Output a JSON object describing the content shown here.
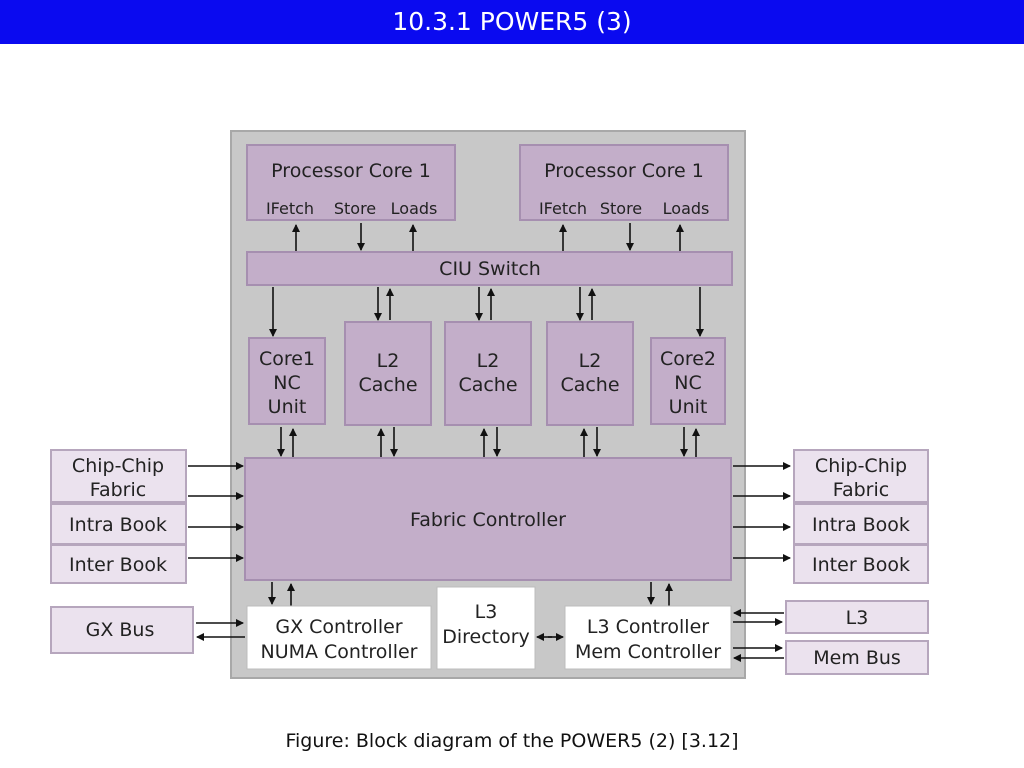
{
  "slide": {
    "title": "10.3.1 POWER5 (3)",
    "caption": "Figure: Block diagram of the POWER5 (2) [3.12]"
  },
  "diagram": {
    "cores": [
      {
        "name": "Processor Core 1",
        "ports": [
          "IFetch",
          "Store",
          "Loads"
        ]
      },
      {
        "name": "Processor Core 1",
        "ports": [
          "IFetch",
          "Store",
          "Loads"
        ]
      }
    ],
    "ciu_switch": "CIU Switch",
    "core1_nc": [
      "Core1",
      "NC",
      "Unit"
    ],
    "core2_nc": [
      "Core2",
      "NC",
      "Unit"
    ],
    "l2_caches": [
      [
        "L2",
        "Cache"
      ],
      [
        "L2",
        "Cache"
      ],
      [
        "L2",
        "Cache"
      ]
    ],
    "fabric_controller": "Fabric Controller",
    "left_inputs": {
      "chip_chip": [
        "Chip-Chip",
        "Fabric"
      ],
      "intra_book": "Intra Book",
      "inter_book": "Inter Book",
      "gx_bus": "GX Bus"
    },
    "right_outputs": {
      "chip_chip": [
        "Chip-Chip",
        "Fabric"
      ],
      "intra_book": "Intra Book",
      "inter_book": "Inter Book",
      "l3": "L3",
      "mem_bus": "Mem Bus"
    },
    "gx_controller": [
      "GX Controller",
      "NUMA Controller"
    ],
    "l3_directory": [
      "L3",
      "Directory"
    ],
    "l3_controller": [
      "L3 Controller",
      "Mem Controller"
    ],
    "colors": {
      "chip_bg": "#c8c8c8",
      "block_fill": "#c3aec9",
      "block_border": "#a68fb0",
      "external_fill": "#ebe2ee",
      "white_block": "#ffffff",
      "arrow": "#111111",
      "title_bar": "#0a0af0"
    }
  }
}
